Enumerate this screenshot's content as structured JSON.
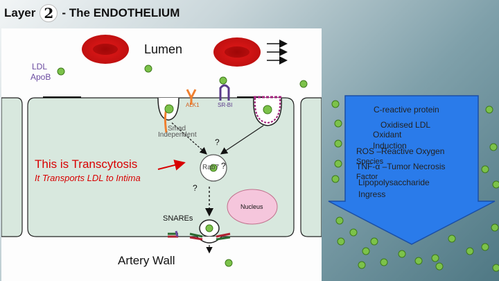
{
  "header": {
    "prefix": "Layer",
    "number": "2",
    "suffix": "- The ENDOTHELIUM"
  },
  "diagram": {
    "lumen": "Lumen",
    "ldl": "LDL",
    "apob": "ApoB",
    "alk1": "ALK1",
    "srbi": "SR-BI",
    "smad_line1": "Smad",
    "smad_line2": "Independent",
    "rab7": "Rab7",
    "q1": "?",
    "q2": "?",
    "q3": "?",
    "nucleus": "Nucleus",
    "snares": "SNAREs",
    "transcytosis": "This is Transcytosis",
    "transports": "It Transports LDL to Intima",
    "artery_wall": "Artery Wall"
  },
  "factors": {
    "crp": "C-reactive protein",
    "oxldl_line1": "Oxidised LDL",
    "oxidant": "Oxidant",
    "induction": "Induction",
    "ros": "ROS –Reactive Oxygen",
    "species": "Species",
    "tnf": "TNF-α –Tumor Necrosis",
    "factor": "Factor",
    "lps": "Lipopolysaccharide",
    "ingress": "Ingress"
  },
  "colors": {
    "rbc": "#d41515",
    "ldl_particle": "#7cc24a",
    "cell": "#d8e8de",
    "arrow_blue": "#2a7bea",
    "red_text": "#d80000",
    "label_purple": "#6a4aa0"
  }
}
